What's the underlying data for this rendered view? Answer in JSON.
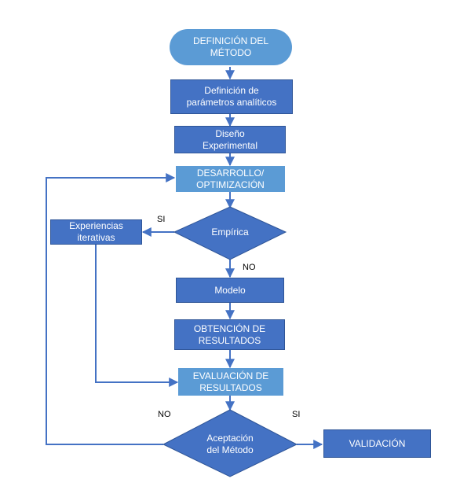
{
  "nodes": {
    "start": "DEFINICIÓN DEL\nMÉTODO",
    "params": "Definición de\nparámetros analíticos",
    "design": "Diseño\nExperimental",
    "dev": "DESARROLLO/\nOPTIMIZACIÓN",
    "empirical": "Empírica",
    "iterative": "Experiencias\niterativas",
    "model": "Modelo",
    "results": "OBTENCIÓN DE\nRESULTADOS",
    "eval": "EVALUACIÓN DE\nRESULTADOS",
    "accept": "Aceptación\ndel Método",
    "validation": "VALIDACIÓN"
  },
  "labels": {
    "empirical_yes": "SI",
    "empirical_no": "NO",
    "accept_no": "NO",
    "accept_yes": "SI"
  },
  "colors": {
    "dark_box": "#4472c4",
    "light_box": "#5b9bd5",
    "connector": "#4472c4"
  }
}
